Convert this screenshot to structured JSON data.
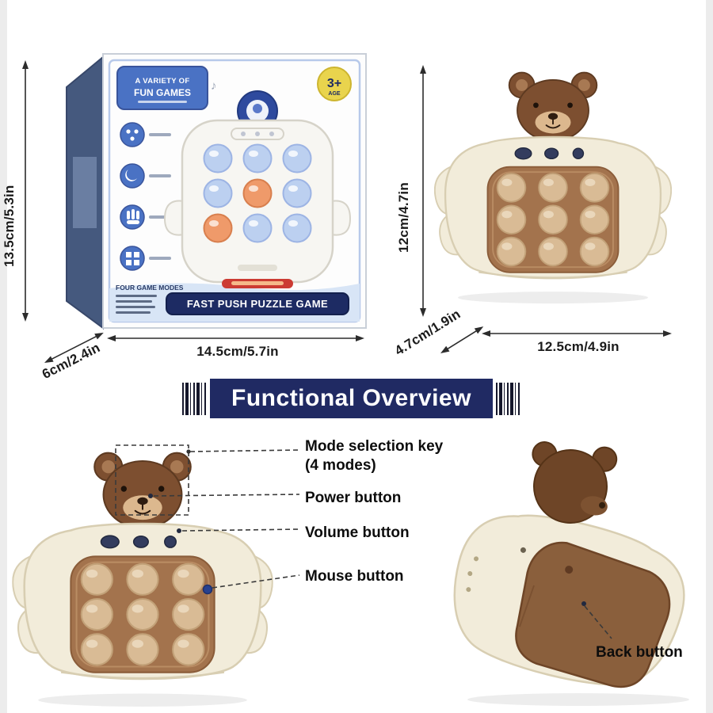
{
  "colors": {
    "navy": "#202a63",
    "box_blue": "#4a72c4",
    "bear_brown": "#7d4f30",
    "bear_brown_dark": "#6e4527",
    "panel_brown": "#a3734d",
    "back_panel_brown": "#8a5f3c",
    "bubble_tan": "#d9bb95",
    "body_cream": "#f2ecda",
    "bubble_blue": "#bcd0f0",
    "bubble_orange": "#ef9a6a",
    "age_badge_yellow": "#e9d44d",
    "red_label": "#cc3b33"
  },
  "icons": {
    "music_note": "♪"
  },
  "box_figure": {
    "badge_line1": "A VARIETY OF",
    "badge_line2": "FUN GAMES",
    "age_value": "3+",
    "age_label": "AGE",
    "modes_heading": "FOUR GAME MODES",
    "product_banner": "FAST PUSH PUZZLE GAME",
    "dim_height": "13.5cm/5.3in",
    "dim_depth": "6cm/2.4in",
    "dim_width": "14.5cm/5.7in"
  },
  "toy_figure": {
    "dim_height": "12cm/4.7in",
    "dim_depth": "4.7cm/1.9in",
    "dim_width": "12.5cm/4.9in"
  },
  "banner": {
    "title": "Functional Overview"
  },
  "callouts": {
    "mode": "Mode selection key (4 modes)",
    "power": "Power button",
    "volume": "Volume button",
    "mouse": "Mouse button",
    "back": "Back button"
  }
}
